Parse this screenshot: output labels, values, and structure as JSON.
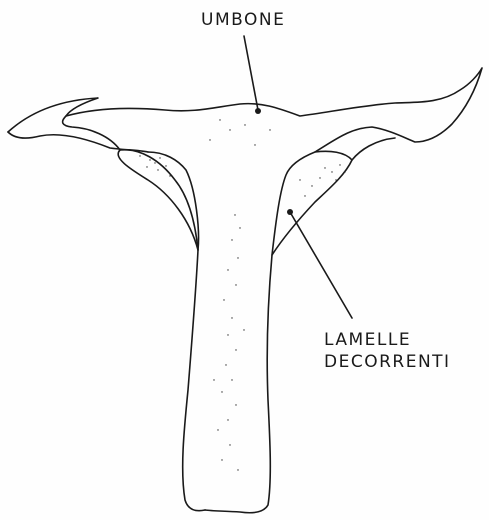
{
  "labels": {
    "umbone": "UMBONE",
    "lamelle_line1": "LAMELLE",
    "lamelle_line2": "DECORRENTI"
  },
  "colors": {
    "ink": "#1a1a1a",
    "paper": "#fefefe"
  }
}
